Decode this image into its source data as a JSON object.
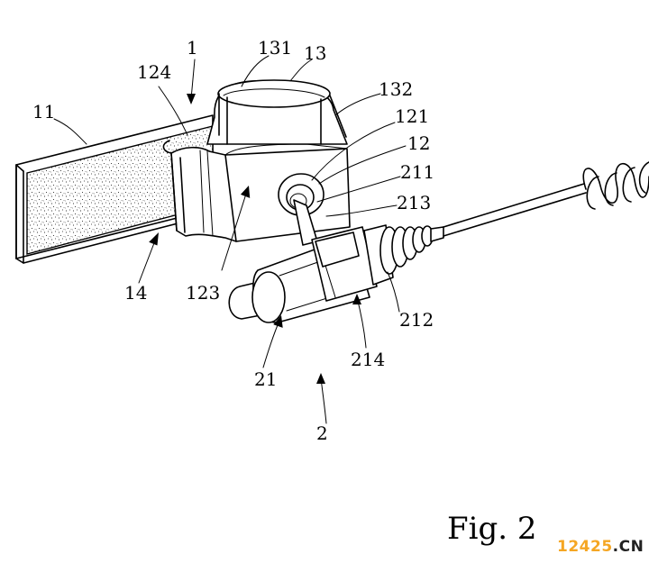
{
  "labels": {
    "l1": "1",
    "l11": "11",
    "l124": "124",
    "l131": "131",
    "l13": "13",
    "l132": "132",
    "l121": "121",
    "l12": "12",
    "l211": "211",
    "l213": "213",
    "l14": "14",
    "l123": "123",
    "l212": "212",
    "l21": "21",
    "l214": "214",
    "l2": "2"
  },
  "figure_caption": "Fig. 2",
  "watermark": {
    "part1": "12425",
    "part2": ".CN",
    "color1": "#f5a623",
    "color2": "#222222"
  }
}
